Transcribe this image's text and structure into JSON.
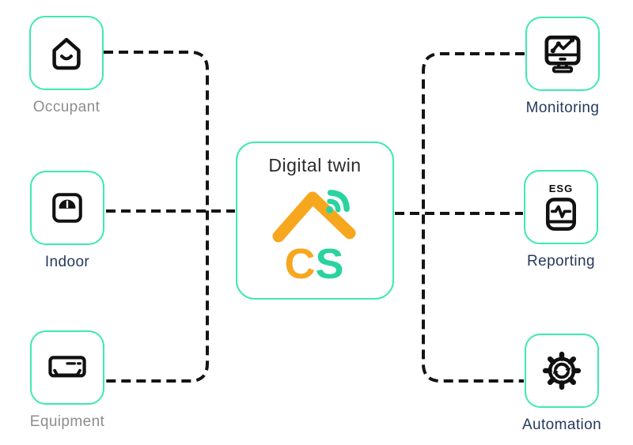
{
  "diagram": {
    "center_node": {
      "title": "Digital twin",
      "logo": {
        "letter_c": "C",
        "letter_s": "S",
        "name": "cs-home-wifi-logo"
      }
    },
    "left_nodes": [
      {
        "id": "occupant",
        "label": "Occupant",
        "icon": "house-smile-icon",
        "label_color": "#8d8d8d"
      },
      {
        "id": "indoor",
        "label": "Indoor",
        "icon": "scale-meter-icon",
        "label_color": "#26395e"
      },
      {
        "id": "equipment",
        "label": "Equipment",
        "icon": "air-conditioner-icon",
        "label_color": "#8d8d8d"
      }
    ],
    "right_nodes": [
      {
        "id": "monitoring",
        "label": "Monitoring",
        "icon": "monitor-chart-icon",
        "label_color": "#26395e"
      },
      {
        "id": "reporting",
        "label": "Reporting",
        "icon": "esg-meter-icon",
        "badge": "ESG",
        "label_color": "#26395e"
      },
      {
        "id": "automation",
        "label": "Automation",
        "icon": "gear-sync-icon",
        "label_color": "#26395e"
      }
    ],
    "colors": {
      "node_border": "#3ee9b1",
      "connector": "#141414",
      "icon_stroke": "#111111",
      "logo_orange": "#f6a71e",
      "logo_green": "#29d3a0",
      "label_gray": "#8d8d8d",
      "label_navy": "#26395e",
      "title": "#2c2c2c"
    }
  }
}
